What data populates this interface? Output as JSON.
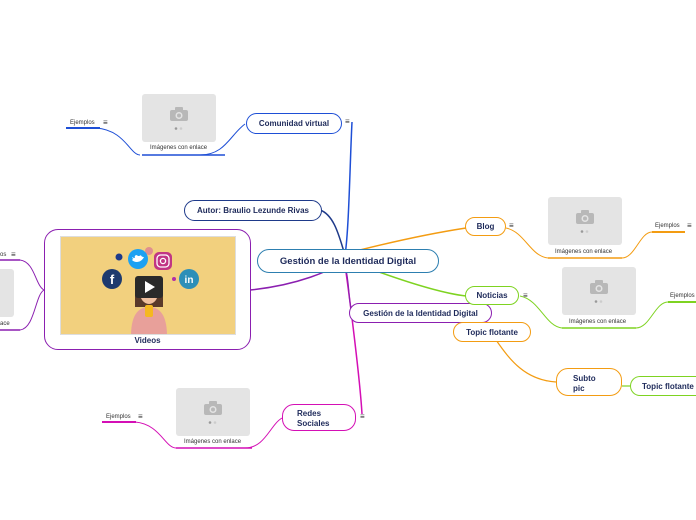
{
  "central": {
    "label": "Gestión de la Identidad Digital"
  },
  "author": {
    "label": "Autor: Braulio Lezunde Rivas"
  },
  "comunidad": {
    "label": "Comunidad virtual"
  },
  "redes": {
    "label": "Redes Sociales"
  },
  "gestion2": {
    "label": "Gestión de la Identidad Digital"
  },
  "blog": {
    "label": "Blog"
  },
  "noticias": {
    "label": "Noticias"
  },
  "topic_flotante": {
    "label": "Topic flotante"
  },
  "subtopic": {
    "label": "Subtopic"
  },
  "topic_flotante2": {
    "label": "Topic flotante"
  },
  "videos": {
    "label": "Videos"
  },
  "images": {
    "caption": "Imágenes con enlace"
  },
  "examples": {
    "label": "Ejemplos"
  },
  "left_partial": {
    "label_top": "os",
    "label_bottom": "ace"
  },
  "menu_glyph": "≡",
  "colors": {
    "navy": "#1e3a8a",
    "blue_branch": "#1e4fd6",
    "purple": "#8b1fb0",
    "magenta": "#d40fb5",
    "orange": "#f39c12",
    "green": "#7ed321",
    "teal": "#2d7fb0",
    "video_bg": "#f2d07e"
  }
}
